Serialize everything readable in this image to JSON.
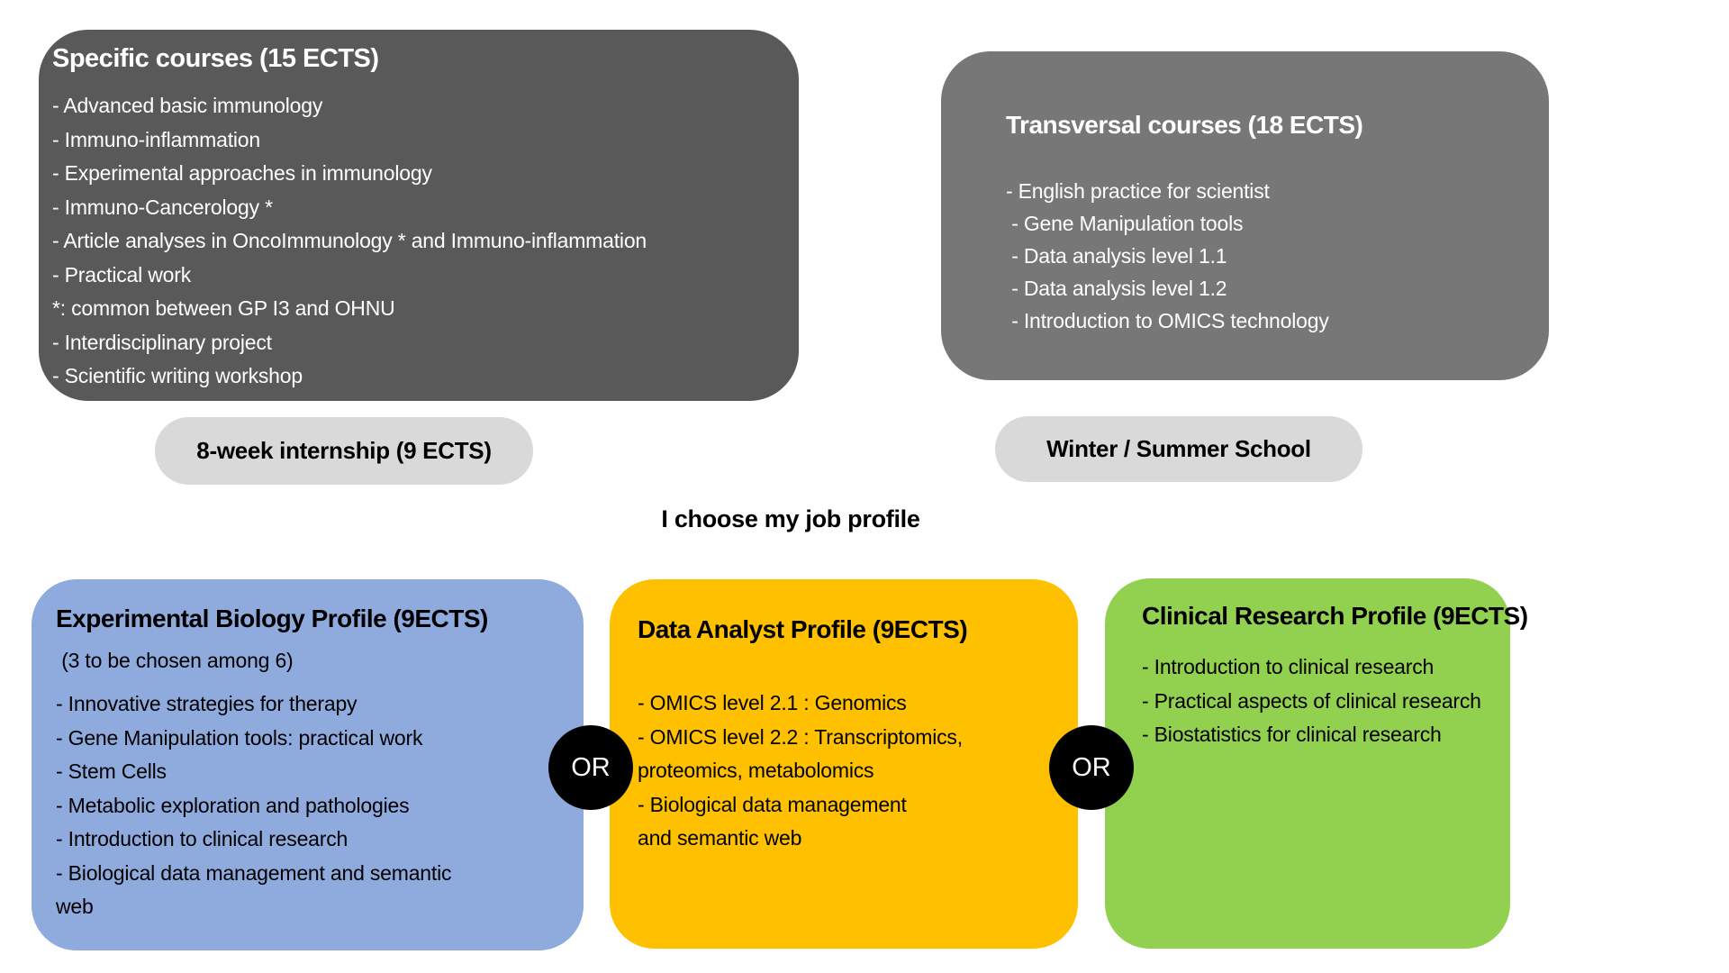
{
  "palette": {
    "dark_gray": "#595959",
    "mid_gray": "#777777",
    "light_gray": "#D9D9D9",
    "blue": "#8FAADC",
    "yellow": "#FFC000",
    "green": "#92D050",
    "circle_black": "#000000"
  },
  "specific_courses": {
    "title": "Specific courses (15 ECTS)",
    "items": [
      "- Advanced basic immunology",
      "- Immuno-inflammation",
      "- Experimental approaches in immunology",
      "- Immuno-Cancerology *",
      "- Article analyses in OncoImmunology * and Immuno-inflammation",
      "- Practical work",
      "*: common between GP I3 and OHNU",
      "- Interdisciplinary project",
      "- Scientific writing workshop"
    ]
  },
  "transversal_courses": {
    "title": "Transversal courses (18 ECTS)",
    "items": [
      "- English practice for scientist",
      " - Gene Manipulation tools",
      " - Data analysis level 1.1",
      " - Data analysis level 1.2",
      " - Introduction to OMICS technology"
    ]
  },
  "internship_pill": "8-week internship (9 ECTS)",
  "school_pill": "Winter / Summer School",
  "choose_label": "I choose my job profile",
  "or_label": "OR",
  "profiles": {
    "experimental": {
      "title": "Experimental Biology Profile (9ECTS)",
      "subtitle": " (3 to be chosen among 6)",
      "items": [
        "- Innovative strategies for therapy",
        "- Gene Manipulation tools: practical work",
        "- Stem Cells",
        "- Metabolic exploration and pathologies",
        "- Introduction to clinical research",
        "- Biological data management and semantic",
        "web"
      ]
    },
    "data_analyst": {
      "title": "Data Analyst Profile (9ECTS)",
      "items": [
        "- OMICS level 2.1 : Genomics",
        "- OMICS level 2.2 : Transcriptomics,",
        "proteomics, metabolomics",
        "- Biological data management",
        "and semantic web"
      ]
    },
    "clinical": {
      "title": "Clinical Research Profile (9ECTS)",
      "items": [
        "- Introduction to clinical research",
        "- Practical aspects of clinical research",
        "- Biostatistics for clinical research"
      ]
    }
  }
}
